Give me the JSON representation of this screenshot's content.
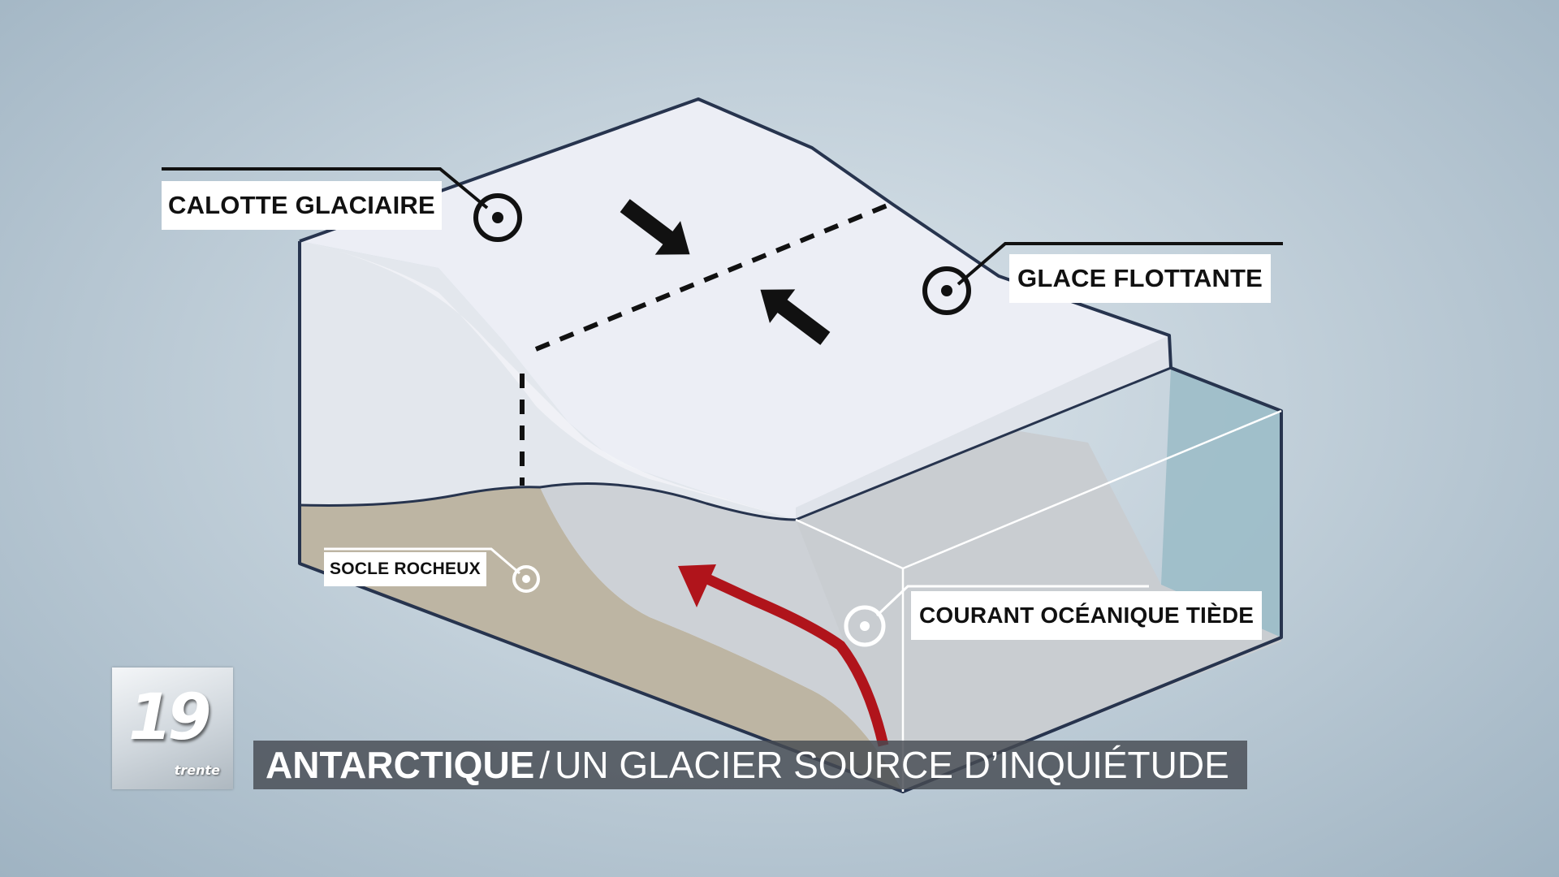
{
  "labels": {
    "calotte": "CALOTTE GLACIAIRE",
    "glace": "GLACE FLOTTANTE",
    "socle": "SOCLE ROCHEUX",
    "courant": "COURANT OCÉANIQUE TIÈDE"
  },
  "banner": {
    "title": "ANTARCTIQUE",
    "separator": "/",
    "subtitle": "UN GLACIER SOURCE D’INQUIÉTUDE"
  },
  "logo": {
    "number": "19",
    "sub": "trente"
  },
  "colors": {
    "ice_top": "#eef0f6",
    "ice_side": "#e4e8ee",
    "bedrock": "#bdb6a6",
    "water": "#9fbcc8",
    "current_arrow": "#b0141b",
    "outline": "#27344e"
  }
}
